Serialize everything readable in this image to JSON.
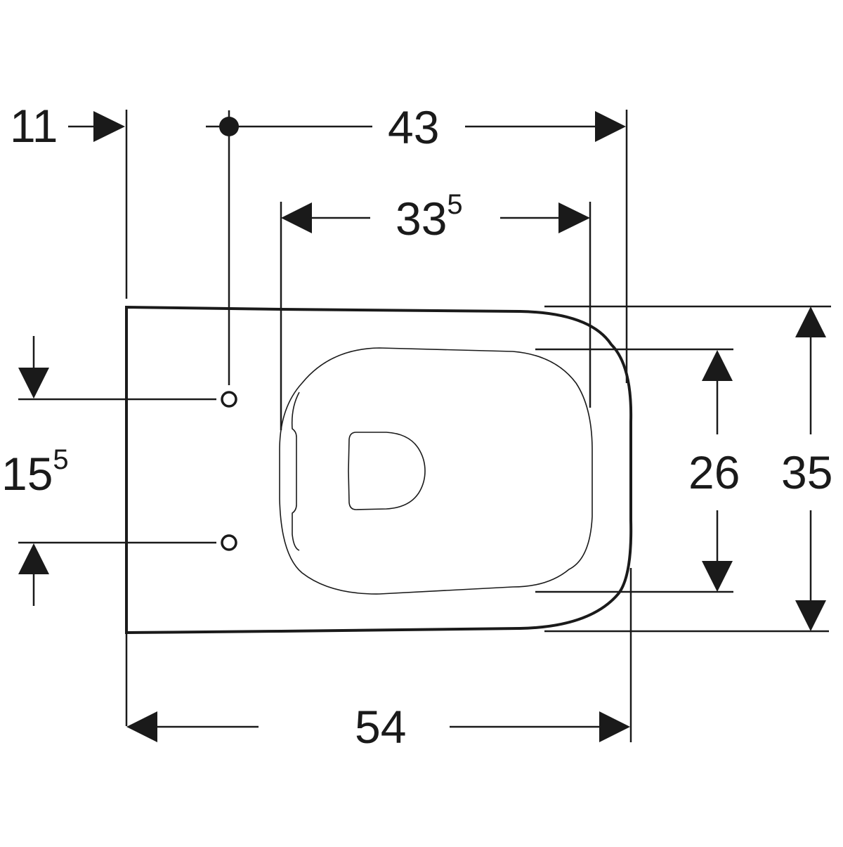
{
  "diagram": {
    "subject": "Wall-hung WC top view dimension drawing",
    "stroke_color": "#1a1a1a",
    "background": "#ffffff",
    "dimensions": {
      "wall_offset": {
        "value": "11",
        "sup": ""
      },
      "fixing_to_front": {
        "value": "43",
        "sup": ""
      },
      "seat_length": {
        "value": "33",
        "sup": "5"
      },
      "fixing_spacing": {
        "value": "15",
        "sup": "5"
      },
      "seat_width": {
        "value": "26",
        "sup": ""
      },
      "overall_width": {
        "value": "35",
        "sup": ""
      },
      "overall_length": {
        "value": "54",
        "sup": ""
      }
    }
  }
}
